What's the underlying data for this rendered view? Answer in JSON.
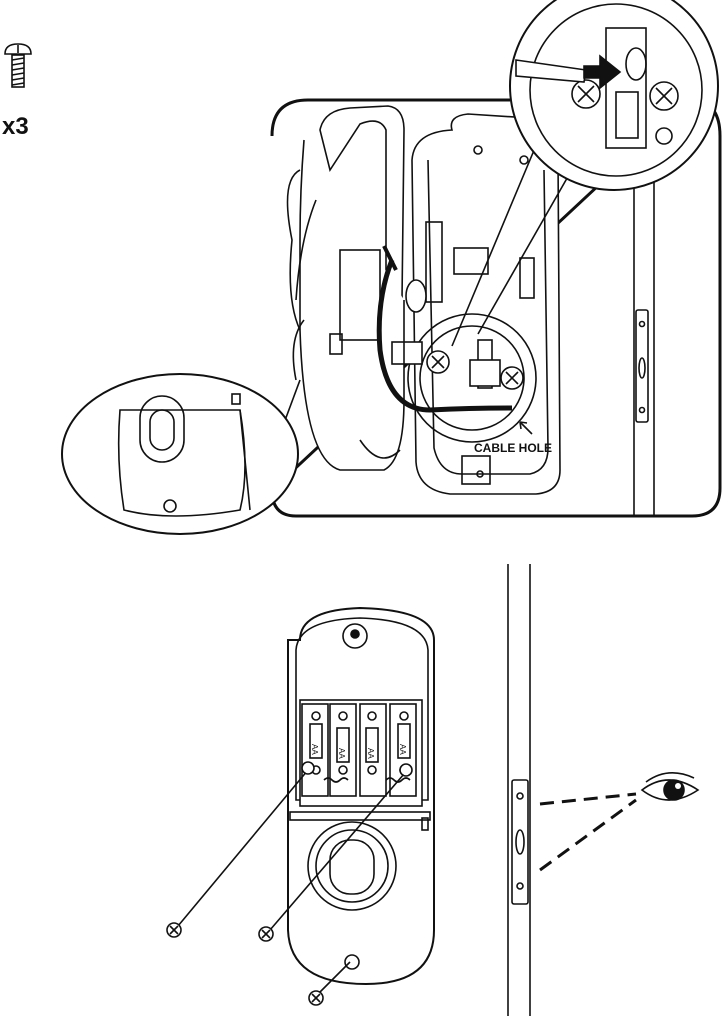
{
  "screw_kit": {
    "count_label": "x3",
    "icon": "machine-screw-icon"
  },
  "step_install": {
    "callout_label": "CABLE HOLE",
    "icons": [
      "screwdriver-icon",
      "push-arrow-icon",
      "cable-icon"
    ]
  },
  "step_batteries": {
    "battery_labels": [
      "AA",
      "AA",
      "AA",
      "AA"
    ],
    "icons": [
      "eye-icon",
      "mounting-screw-icon"
    ]
  }
}
